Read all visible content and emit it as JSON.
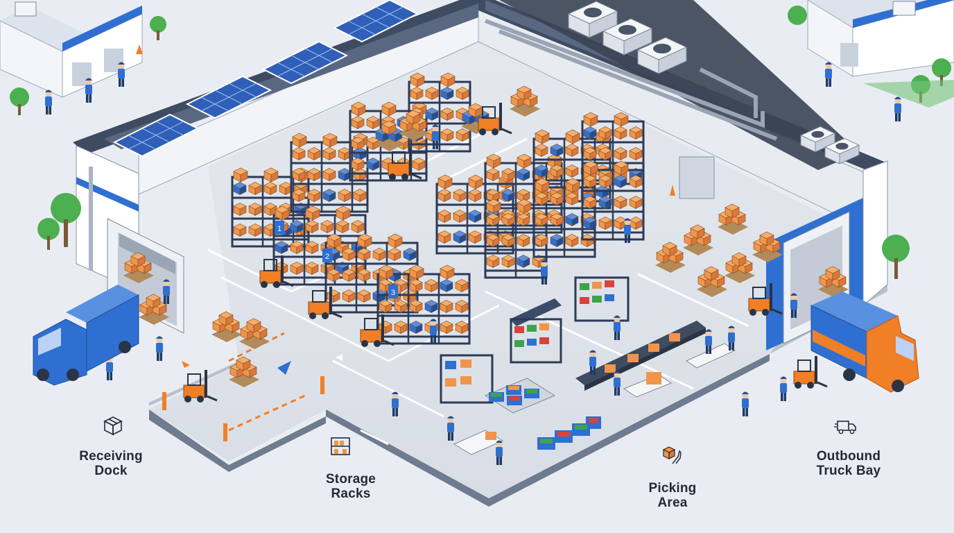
{
  "zones": [
    {
      "line1": "Receiving",
      "line2": "Dock",
      "icon": "box-icon"
    },
    {
      "line1": "Storage",
      "line2": "Racks",
      "icon": "shelf-icon"
    },
    {
      "line1": "Picking",
      "line2": "Area",
      "icon": "hand-box-icon"
    },
    {
      "line1": "Outbound",
      "line2": "Truck Bay",
      "icon": "truck-icon"
    }
  ],
  "rack_numbers": [
    "1",
    "2",
    "3"
  ],
  "colors": {
    "background": "#e9edf3",
    "brand_blue": "#2f6fd1",
    "box_orange": "#f0954a",
    "rack_navy": "#2c3a56",
    "forklift_orange": "#f07f26",
    "floor": "#dfe3ea",
    "solar_blue": "#2f5fb8",
    "tree_green": "#4caf50"
  }
}
